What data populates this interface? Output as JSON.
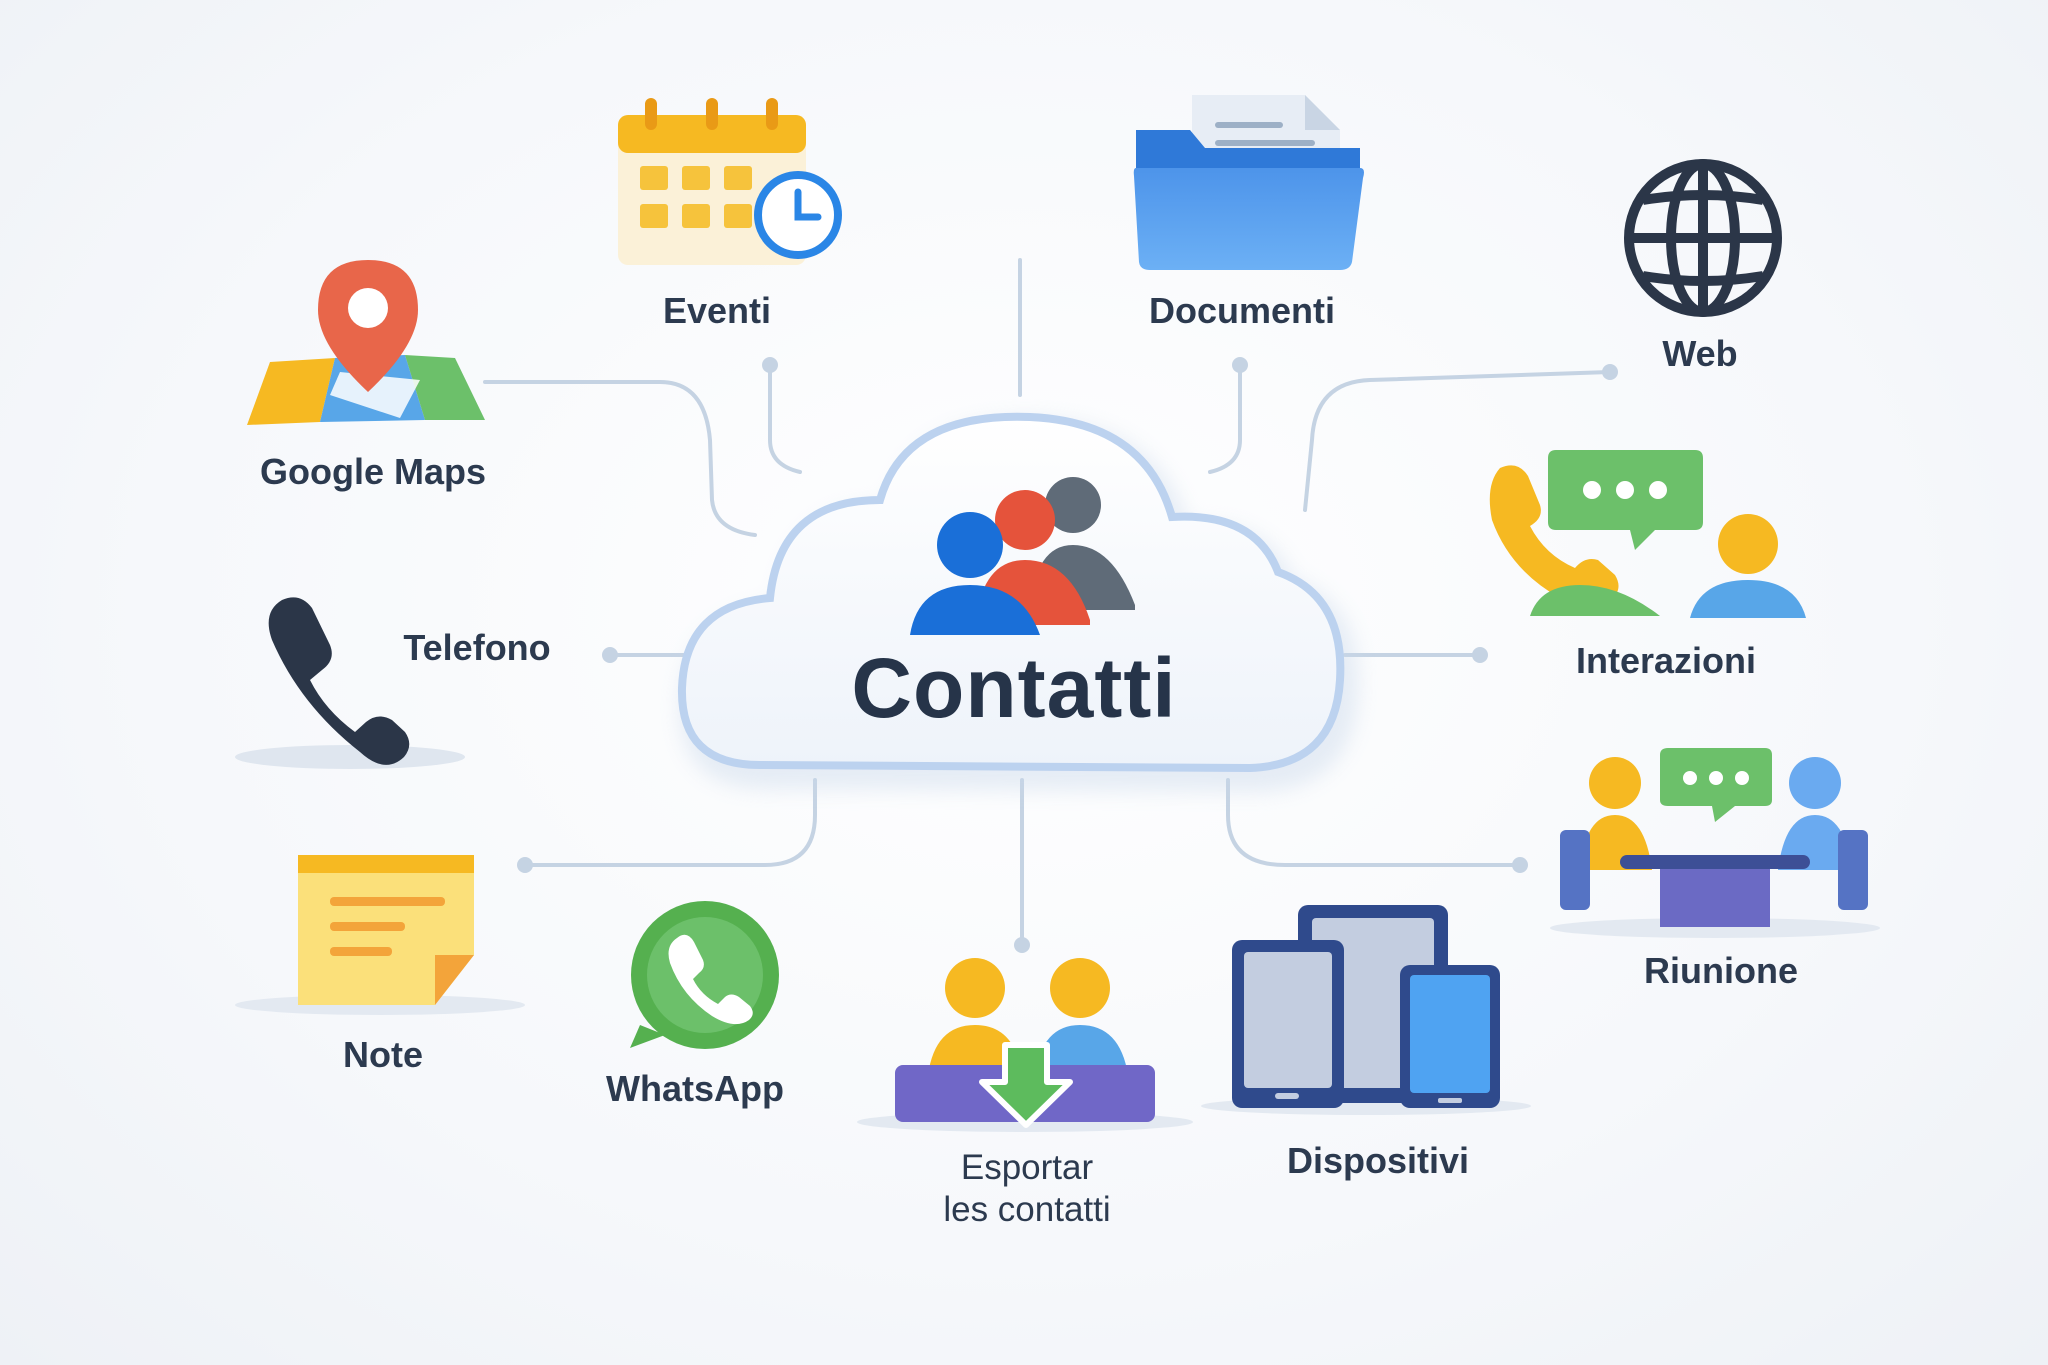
{
  "center": {
    "title": "Contatti",
    "icon": "people-group-icon"
  },
  "nodes": {
    "eventi": {
      "label": "Eventi",
      "icon": "calendar-clock-icon"
    },
    "documenti": {
      "label": "Documenti",
      "icon": "folder-documents-icon"
    },
    "web": {
      "label": "Web",
      "icon": "globe-icon"
    },
    "google_maps": {
      "label": "Google Maps",
      "icon": "map-pin-icon"
    },
    "telefono": {
      "label": "Telefono",
      "icon": "phone-icon"
    },
    "interazioni": {
      "label": "Interazioni",
      "icon": "phone-chat-people-icon"
    },
    "note": {
      "label": "Note",
      "icon": "sticky-note-icon"
    },
    "whatsapp": {
      "label": "WhatsApp",
      "icon": "whatsapp-icon"
    },
    "esportar": {
      "label_line1": "Esportar",
      "label_line2": "les contatti",
      "icon": "export-contacts-icon"
    },
    "dispositivi": {
      "label": "Dispositivi",
      "icon": "devices-icon"
    },
    "riunione": {
      "label": "Riunione",
      "icon": "meeting-icon"
    }
  },
  "colors": {
    "text": "#2c3a4f",
    "connector": "#c5d3e3",
    "cloud_edge": "#b9d0ee",
    "blue": "#1a6fd8",
    "red": "#e5533b",
    "gray": "#5f6b78",
    "yellow": "#f6b922",
    "green": "#5dbb5d"
  }
}
